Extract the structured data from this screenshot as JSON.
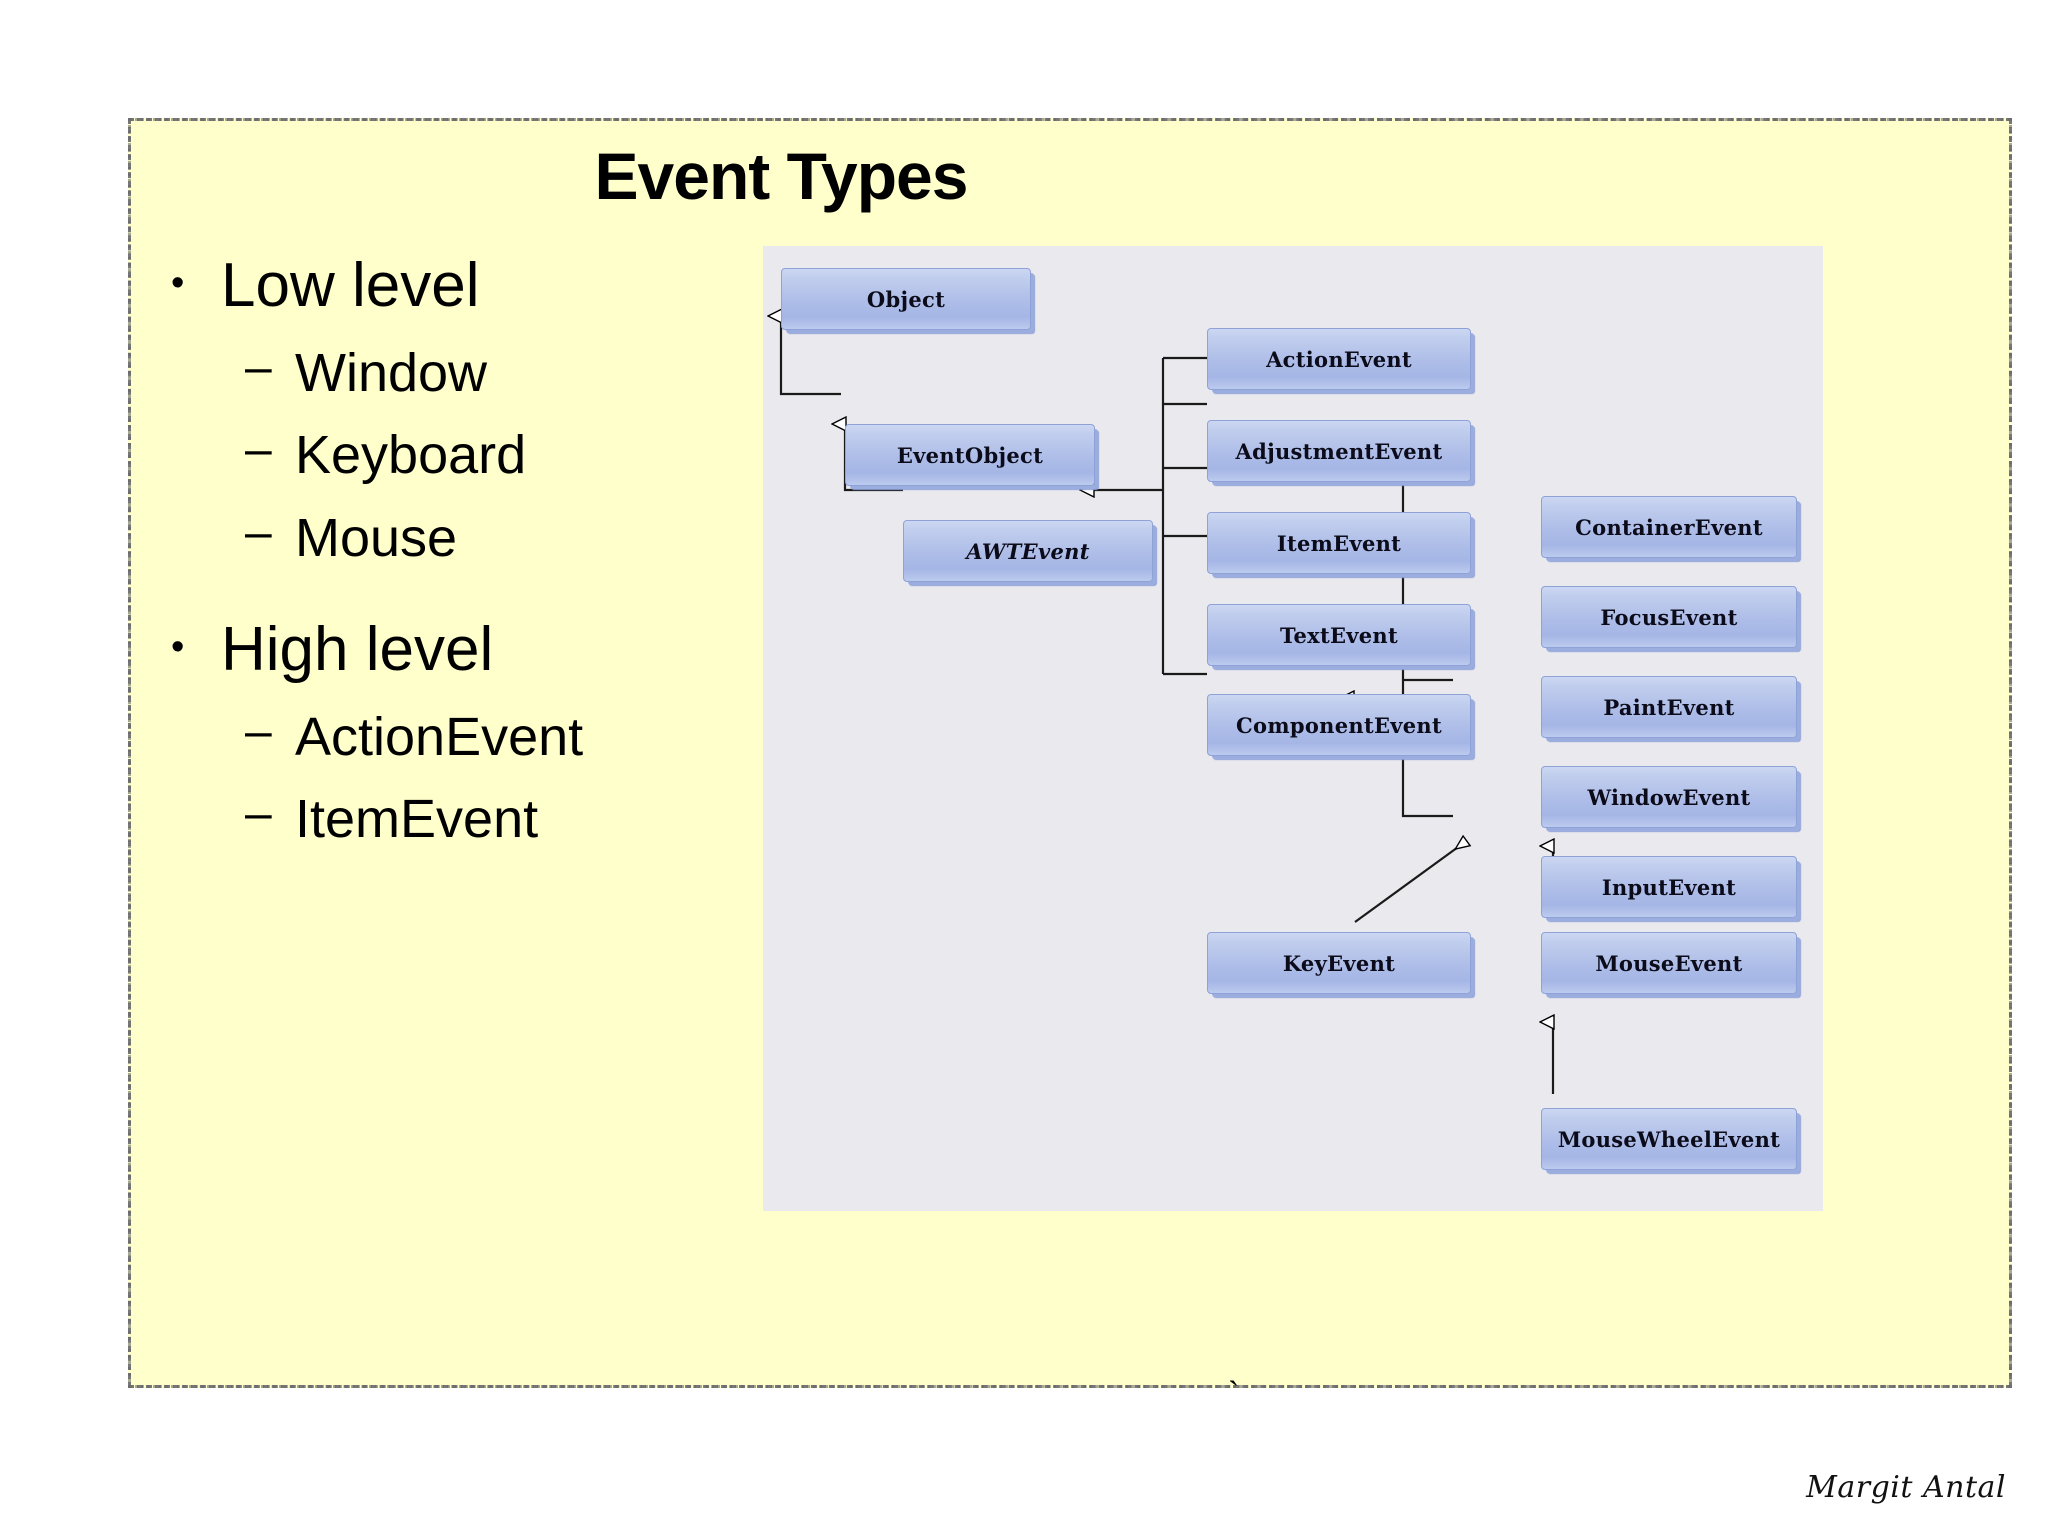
{
  "slide": {
    "title": "Event Types",
    "background_color": "#ffffcc",
    "border_color": "#777777",
    "signature": "Margit Antal"
  },
  "bullets": [
    {
      "level": 1,
      "marker": "•",
      "label": "Low level",
      "children": [
        {
          "level": 2,
          "marker": "–",
          "label": "Window"
        },
        {
          "level": 2,
          "marker": "–",
          "label": "Keyboard"
        },
        {
          "level": 2,
          "marker": "–",
          "label": "Mouse"
        }
      ]
    },
    {
      "level": 1,
      "marker": "•",
      "label": "High level",
      "children": [
        {
          "level": 2,
          "marker": "–",
          "label": "ActionEvent"
        },
        {
          "level": 2,
          "marker": "–",
          "label": "ItemEvent"
        }
      ]
    }
  ],
  "diagram": {
    "type": "uml-class-hierarchy",
    "panel_background": "#eaeaee",
    "box_fill": "#aebde8",
    "box_border": "#8fa2d8",
    "nodes": {
      "object": {
        "label": "Object",
        "abstract": false
      },
      "event_object": {
        "label": "EventObject",
        "abstract": false
      },
      "awt_event": {
        "label": "AWTEvent",
        "abstract": true
      },
      "action_event": {
        "label": "ActionEvent",
        "abstract": false
      },
      "adjustment_event": {
        "label": "AdjustmentEvent",
        "abstract": false
      },
      "item_event": {
        "label": "ItemEvent",
        "abstract": false
      },
      "text_event": {
        "label": "TextEvent",
        "abstract": false
      },
      "component_event": {
        "label": "ComponentEvent",
        "abstract": false
      },
      "container_event": {
        "label": "ContainerEvent",
        "abstract": false
      },
      "focus_event": {
        "label": "FocusEvent",
        "abstract": false
      },
      "paint_event": {
        "label": "PaintEvent",
        "abstract": false
      },
      "window_event": {
        "label": "WindowEvent",
        "abstract": false
      },
      "input_event": {
        "label": "InputEvent",
        "abstract": false
      },
      "key_event": {
        "label": "KeyEvent",
        "abstract": false
      },
      "mouse_event": {
        "label": "MouseEvent",
        "abstract": false
      },
      "mouse_wheel_event": {
        "label": "MouseWheelEvent",
        "abstract": false
      }
    },
    "inheritance": [
      {
        "child": "event_object",
        "parent": "object"
      },
      {
        "child": "awt_event",
        "parent": "event_object"
      },
      {
        "child": "action_event",
        "parent": "awt_event"
      },
      {
        "child": "adjustment_event",
        "parent": "awt_event"
      },
      {
        "child": "item_event",
        "parent": "awt_event"
      },
      {
        "child": "text_event",
        "parent": "awt_event"
      },
      {
        "child": "component_event",
        "parent": "awt_event"
      },
      {
        "child": "container_event",
        "parent": "component_event"
      },
      {
        "child": "focus_event",
        "parent": "component_event"
      },
      {
        "child": "paint_event",
        "parent": "component_event"
      },
      {
        "child": "window_event",
        "parent": "component_event"
      },
      {
        "child": "input_event",
        "parent": "component_event"
      },
      {
        "child": "key_event",
        "parent": "input_event"
      },
      {
        "child": "mouse_event",
        "parent": "input_event"
      },
      {
        "child": "mouse_wheel_event",
        "parent": "mouse_event"
      }
    ]
  },
  "stray_mark": "`"
}
